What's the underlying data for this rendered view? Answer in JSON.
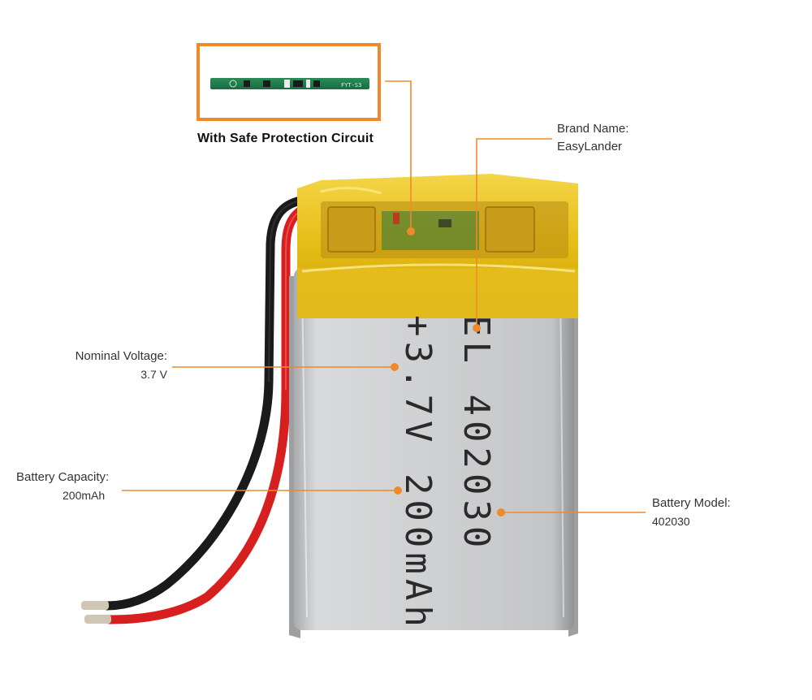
{
  "circuit": {
    "caption": "With Safe Protection Circuit",
    "board_marking": "FYT-S3"
  },
  "callouts": {
    "brand": {
      "title": "Brand Name:",
      "value": "EasyLander"
    },
    "voltage": {
      "title": "Nominal Voltage:",
      "value": "3.7 V"
    },
    "capacity": {
      "title": "Battery  Capacity:",
      "value": "200mAh"
    },
    "model": {
      "title": "Battery Model:",
      "value": "402030"
    }
  },
  "battery_print": {
    "line1": "+3.7V 200mAh",
    "line2": "EL 402030"
  },
  "colors": {
    "accent": "#e8862a",
    "kapton": "#e9c21c",
    "cell": "#c9cacb",
    "red_wire": "#d81f1f",
    "black_wire": "#151515"
  },
  "icons": [
    "callout-dot-icon"
  ]
}
